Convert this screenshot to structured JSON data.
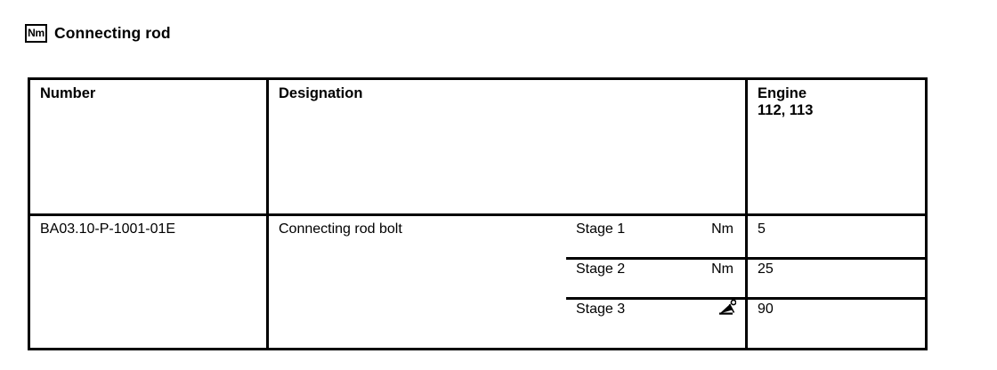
{
  "title": {
    "icon_label": "Nm",
    "icon_name": "torque-nm-icon",
    "text": "Connecting rod"
  },
  "table": {
    "headers": {
      "number": "Number",
      "designation": "Designation",
      "engine": "Engine\n112, 113"
    },
    "row": {
      "number": "BA03.10-P-1001-01E",
      "designation": "Connecting rod bolt",
      "stages": [
        {
          "label": "Stage 1",
          "unit": "Nm",
          "unit_icon": null,
          "value": "5"
        },
        {
          "label": "Stage 2",
          "unit": "Nm",
          "unit_icon": null,
          "value": "25"
        },
        {
          "label": "Stage 3",
          "unit": "",
          "unit_icon": "angle-degrees-icon",
          "value": "90"
        }
      ]
    }
  },
  "colors": {
    "border": "#000000",
    "text": "#000000",
    "background": "#ffffff"
  }
}
